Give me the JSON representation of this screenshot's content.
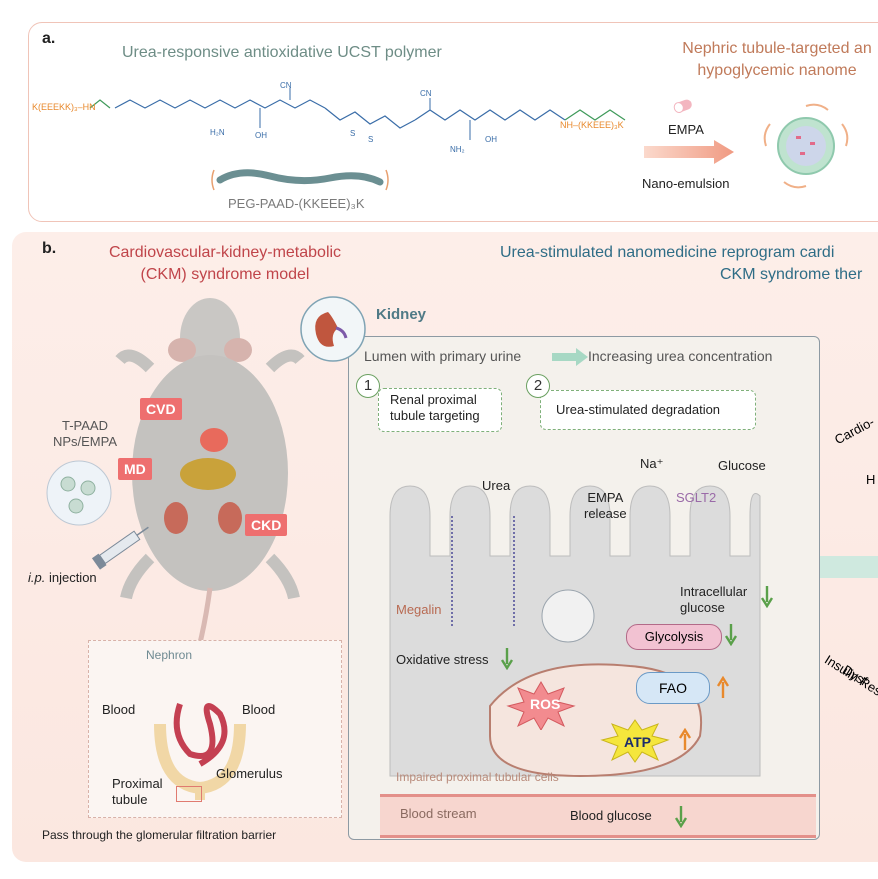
{
  "panel_a": {
    "label": "a.",
    "title_left": "Urea-responsive antioxidative UCST polymer",
    "title_right_line1": "Nephric tubule-targeted an",
    "title_right_line2": "hypoglycemic nanome",
    "chem_left_end": "K(EEEKK)₃–HN",
    "chem_right_end": "NH–(KKEEE)₃K",
    "polymer_name": "PEG-PAAD-(KKEEE)₃K",
    "empa_label": "EMPA",
    "process_label": "Nano-emulsion"
  },
  "panel_b": {
    "label": "b.",
    "title_left_line1": "Cardiovascular-kidney-metabolic",
    "title_left_line2": "(CKM) syndrome model",
    "title_right_line1": "Urea-stimulated nanomedicine reprogram cardi",
    "title_right_line2": "CKM syndrome ther",
    "mouse": {
      "tags": [
        "CVD",
        "MD",
        "CKD"
      ],
      "np_label_line1": "T-PAAD",
      "np_label_line2": "NPs/EMPA",
      "injection_label_italic": "i.p.",
      "injection_label_rest": " injection"
    },
    "nephron": {
      "title": "Nephron",
      "blood_in": "Blood",
      "blood_out": "Blood",
      "glomerulus": "Glomerulus",
      "proximal_line1": "Proximal",
      "proximal_line2": "tubule",
      "caption": "Pass through the glomerular filtration barrier"
    },
    "kidney_box": {
      "title": "Kidney",
      "lumen_left": "Lumen with primary urine",
      "lumen_right": "Increasing urea concentration",
      "step1_num": "1",
      "step1_line1": "Renal proximal",
      "step1_line2": "tubule targeting",
      "step2_num": "2",
      "step2_text": "Urea-stimulated degradation",
      "urea": "Urea",
      "empa_release_line1": "EMPA",
      "empa_release_line2": "release",
      "na": "Na⁺",
      "glucose": "Glucose",
      "sglt2": "SGLT2",
      "megalin": "Megalin",
      "intracellular_line1": "Intracellular",
      "intracellular_line2": "glucose",
      "glycolysis": "Glycolysis",
      "oxidative": "Oxidative stress",
      "fao": "FAO",
      "ros": "ROS",
      "atp": "ATP",
      "impaired": "Impaired proximal tubular cells",
      "blood_stream": "Blood stream",
      "blood_glucose": "Blood glucose"
    },
    "right_edge": {
      "cardio": "Cardio-",
      "h": "H",
      "dys": "Dysf",
      "insulin": "Insulin Res"
    }
  },
  "colors": {
    "orange": "#e8892c",
    "green_chem": "#3f9a5a",
    "blue_chem": "#3a6da8",
    "red_title": "#c0454a",
    "teal_title": "#2f6d86",
    "tag_red": "#ee6f6f"
  }
}
